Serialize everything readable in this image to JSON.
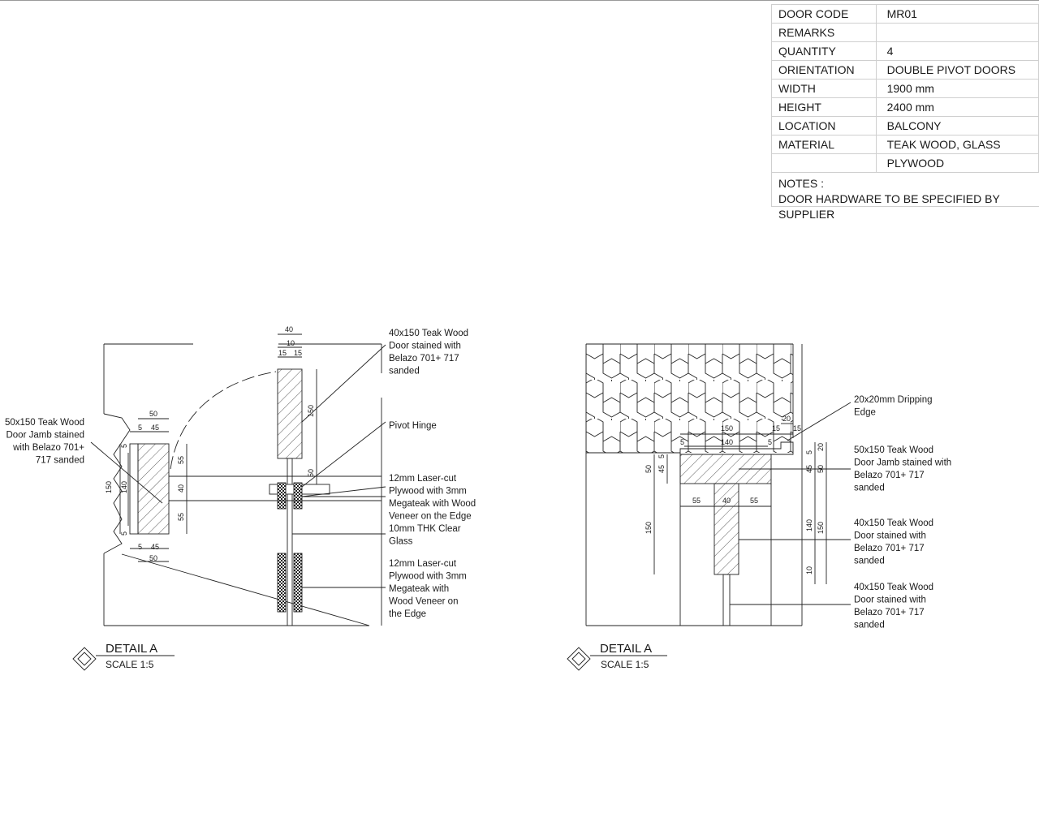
{
  "schedule": {
    "rows": [
      {
        "key": "DOOR CODE",
        "value": "MR01"
      },
      {
        "key": "REMARKS",
        "value": ""
      },
      {
        "key": "QUANTITY",
        "value": "4"
      },
      {
        "key": "ORIENTATION",
        "value": "DOUBLE PIVOT DOORS"
      },
      {
        "key": "WIDTH",
        "value": "1900 mm"
      },
      {
        "key": "HEIGHT",
        "value": "2400 mm"
      },
      {
        "key": "LOCATION",
        "value": "BALCONY"
      },
      {
        "key": "MATERIAL",
        "value": "TEAK WOOD, GLASS"
      },
      {
        "key": "",
        "value": "PLYWOOD"
      }
    ],
    "notes_label": "NOTES :",
    "notes_text": "DOOR HARDWARE TO BE SPECIFIED BY SUPPLIER"
  },
  "detail_left": {
    "title": "DETAIL A",
    "scale": "SCALE 1:5",
    "labels": {
      "door": [
        "40x150 Teak Wood",
        "Door stained with",
        "Belazo 701+ 717",
        "sanded"
      ],
      "hinge": [
        "Pivot Hinge"
      ],
      "plywood1": [
        "12mm Laser-cut",
        "Plywood with 3mm",
        "Megateak with Wood",
        "Veneer on the Edge"
      ],
      "glass": [
        "10mm  THK Clear",
        "Glass"
      ],
      "plywood2": [
        "12mm Laser-cut",
        "Plywood with 3mm",
        "Megateak with",
        "Wood Veneer on",
        "the Edge"
      ],
      "jamb": [
        "50x150 Teak Wood",
        "Door Jamb stained",
        "with Belazo 701+",
        "717 sanded"
      ]
    },
    "dims": {
      "d40": "40",
      "d10": "10",
      "d15a": "15",
      "d15b": "15",
      "d150": "150",
      "d50v": "50",
      "d50t": "50",
      "d5a": "5",
      "d45a": "45",
      "d5l1": "5",
      "d150l": "150",
      "d140l": "140",
      "d5l2": "5",
      "d55a": "55",
      "d40m": "40",
      "d55b": "55",
      "d5b": "5",
      "d45b": "45",
      "d50b": "50"
    }
  },
  "detail_right": {
    "title": "DETAIL A",
    "scale": "SCALE 1:5",
    "labels": {
      "drip": [
        "20x20mm Dripping",
        "Edge"
      ],
      "jamb": [
        "50x150 Teak Wood",
        "Door Jamb stained with",
        "Belazo 701+ 717",
        "sanded"
      ],
      "door1": [
        "40x150 Teak Wood",
        "Door stained with",
        "Belazo 701+ 717",
        "sanded"
      ],
      "door2": [
        "40x150 Teak Wood",
        "Door stained with",
        "Belazo 701+ 717",
        "sanded"
      ]
    },
    "dims": {
      "d150": "150",
      "d140": "140",
      "d5a": "5",
      "d5b": "5",
      "d15a": "15",
      "d15b": "15",
      "d20a": "20",
      "d50l": "50",
      "d5l": "5",
      "d45l": "45",
      "d55a": "55",
      "d40": "40",
      "d55b": "55",
      "d150l": "150",
      "d5r": "5",
      "d20r": "20",
      "d45r": "45",
      "d50r": "50",
      "d140r": "140",
      "d150r": "150",
      "d10r": "10"
    }
  }
}
